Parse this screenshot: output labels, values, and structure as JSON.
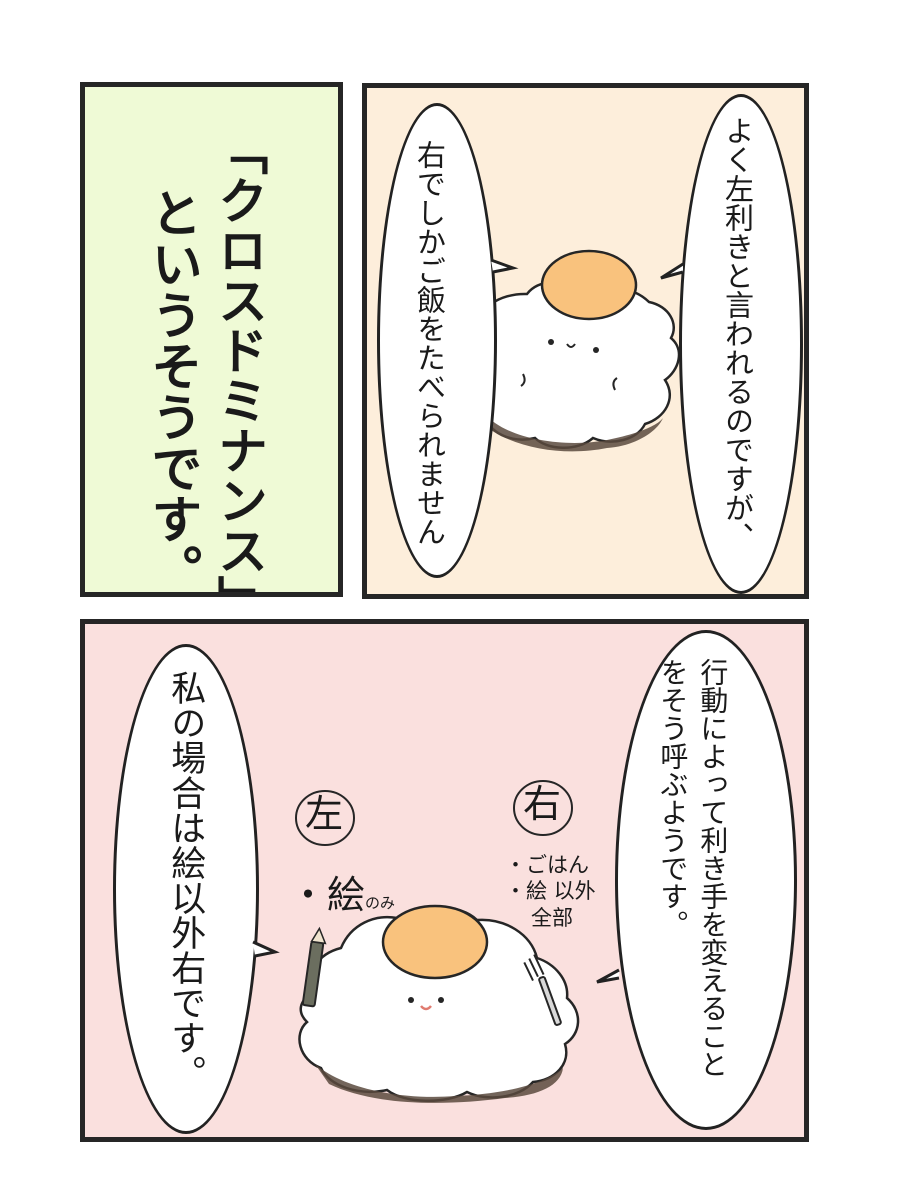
{
  "panel1": {
    "narration_lines": [
      "「クロスドミナンス」",
      "というそうです。"
    ]
  },
  "panel2": {
    "bubble_right_lines": [
      "よく左利きと言われるのですが、"
    ],
    "bubble_left_lines": [
      "右でしかご飯をたべられません"
    ]
  },
  "panel3": {
    "bubble_right_lines": [
      "行動によって利き手を変えること",
      "をそう呼ぶようです。"
    ],
    "bubble_left_lines": [
      "私の場合は絵以外右です。"
    ],
    "label_left": "左",
    "label_right": "右",
    "note_left_main": "・絵",
    "note_left_small": "のみ",
    "note_right_lines": [
      "・ごはん",
      "・絵 以外",
      "全部"
    ]
  },
  "colors": {
    "panel1_bg": "#effad6",
    "panel2_bg": "#fdeedb",
    "panel3_bg": "#fae0de",
    "egg_yolk": "#f9c27d",
    "outline": "#262626"
  }
}
